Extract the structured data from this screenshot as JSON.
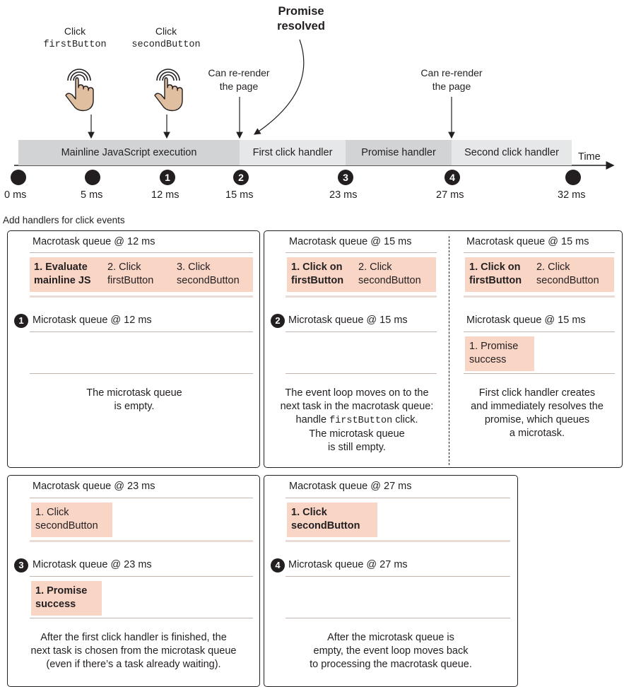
{
  "top": {
    "click1_word": "Click",
    "click1_code": "firstButton",
    "click2_word": "Click",
    "click2_code": "secondButton",
    "promise_resolved_l1": "Promise",
    "promise_resolved_l2": "resolved",
    "rerender1_l1": "Can re-render",
    "rerender1_l2": "the page",
    "rerender2_l1": "Can re-render",
    "rerender2_l2": "the page"
  },
  "timeline": {
    "segments": [
      "Mainline JavaScript execution",
      "First click handler",
      "Promise handler",
      "Second click handler"
    ],
    "axis_label": "Time",
    "ticks": [
      "0 ms",
      "5 ms",
      "12 ms",
      "15 ms",
      "23 ms",
      "27 ms",
      "32 ms"
    ],
    "markers": [
      "1",
      "2",
      "3",
      "4"
    ]
  },
  "section_title": "Add handlers for click events",
  "panel1": {
    "macro_title": "Macrotask queue @ 12 ms",
    "macro_cells": [
      "1. Evaluate mainline JS",
      "2. Click firstButton",
      "3. Click secondButton"
    ],
    "micro_title": "Microtask queue @ 12 ms",
    "desc_l1": "The microtask queue",
    "desc_l2": "is empty."
  },
  "panel2a": {
    "macro_title": "Macrotask queue @ 15 ms",
    "cell1_l1": "1. Click on",
    "cell1_l2": "firstButton",
    "cell2_l1": "2. Click",
    "cell2_l2": "secondButton",
    "micro_title": "Microtask queue @ 15 ms",
    "desc_l1": "The event loop moves on to the",
    "desc_l2": "next task in the macrotask queue:",
    "desc_l3_pre": "handle ",
    "desc_l3_code": "firstButton",
    "desc_l3_post": " click.",
    "desc_l4": "The microtask queue",
    "desc_l5": "is still empty."
  },
  "panel2b": {
    "macro_title": "Macrotask queue @ 15 ms",
    "cell1_l1": "1. Click on",
    "cell1_l2": "firstButton",
    "cell2_l1": "2. Click",
    "cell2_l2": "secondButton",
    "micro_title": "Microtask queue @ 15 ms",
    "micro_cell_l1": "1. Promise",
    "micro_cell_l2": "success",
    "desc_l1": "First click handler creates",
    "desc_l2": "and immediately resolves the",
    "desc_l3": "promise, which queues",
    "desc_l4": "a microtask."
  },
  "panel3": {
    "macro_title": "Macrotask queue @ 23 ms",
    "macro_cell_l1": "1. Click",
    "macro_cell_l2": "secondButton",
    "micro_title": "Microtask queue @ 23 ms",
    "micro_cell_l1": "1. Promise",
    "micro_cell_l2": "success",
    "desc_l1": "After the first click handler is finished, the",
    "desc_l2": "next task is chosen from the microtask queue",
    "desc_l3": "(even if there’s a task already waiting)."
  },
  "panel4": {
    "macro_title": "Macrotask queue @ 27 ms",
    "macro_cell_l1": "1. Click",
    "macro_cell_l2": "secondButton",
    "micro_title": "Microtask queue @ 27 ms",
    "desc_l1": "After the microtask queue is",
    "desc_l2": "empty, the event loop moves back",
    "desc_l3": "to processing the macrotask queue."
  },
  "colors": {
    "segment_dark": "#d1d3d4",
    "segment_light": "#e6e7e8",
    "cell": "#f9d5c6",
    "hand": "#dfbfa0",
    "ink": "#231f20"
  }
}
